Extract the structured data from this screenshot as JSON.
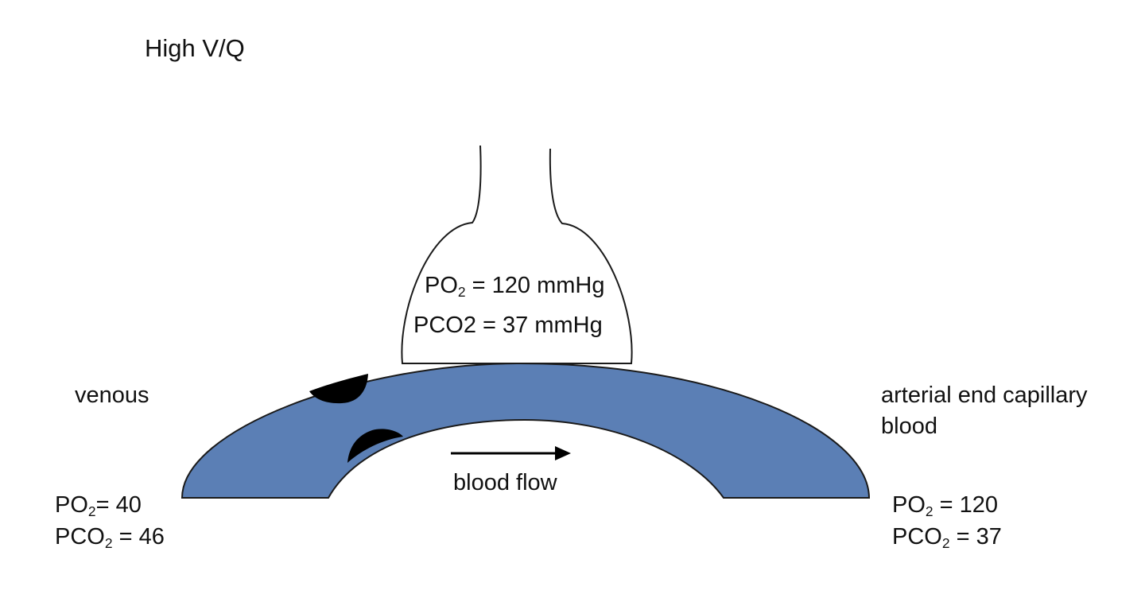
{
  "title": "High V/Q",
  "alveolus": {
    "po2": {
      "prefix": "PO",
      "sub": "2",
      "suffix": " = 120 mmHg"
    },
    "pco2": "PCO2 = 37 mmHg"
  },
  "venous": {
    "label": "venous",
    "po2": {
      "prefix": "PO",
      "sub": "2",
      "suffix": "= 40"
    },
    "pco2": {
      "prefix": "PCO",
      "sub": "2",
      "suffix": " = 46"
    }
  },
  "arterial": {
    "label_line1": "arterial end capillary",
    "label_line2": "blood",
    "po2": {
      "prefix": "PO",
      "sub": "2",
      "suffix": " = 120"
    },
    "pco2": {
      "prefix": "PCO",
      "sub": "2",
      "suffix": " = 37"
    }
  },
  "flow_label": "blood flow",
  "colors": {
    "capillary": "#5b7fb5",
    "outline": "#1a1a1a",
    "red_cells": "#000000",
    "background": "#ffffff"
  }
}
